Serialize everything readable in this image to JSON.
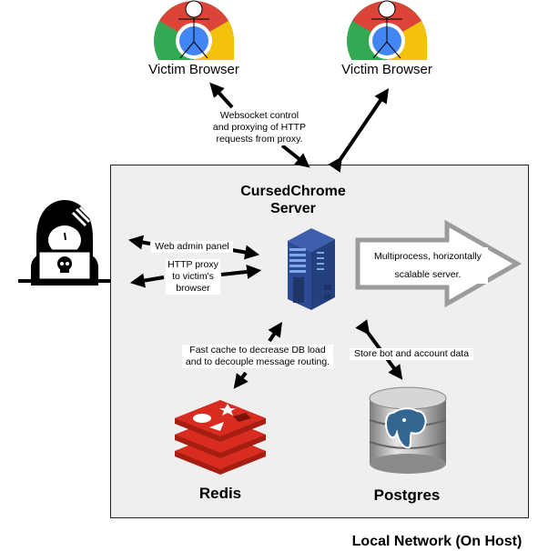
{
  "victims": [
    {
      "label": "Victim Browser",
      "icon": "chrome-victim-icon"
    },
    {
      "label": "Victim Browser",
      "icon": "chrome-victim-icon"
    }
  ],
  "websocket_note": [
    "Websocket control",
    "and proxying of HTTP",
    "requests from proxy."
  ],
  "server": {
    "title_line1": "CursedChrome",
    "title_line2": "Server",
    "icon": "server-icon"
  },
  "attacker": {
    "icon": "hacker-icon"
  },
  "admin_links": {
    "web_admin": "Web admin panel",
    "http_proxy": [
      "HTTP proxy",
      "to victim's",
      "browser"
    ]
  },
  "scale_note": {
    "line1": "Multiprocess, horizontally",
    "line2": "scalable server."
  },
  "redis": {
    "label": "Redis",
    "note": [
      "Fast cache to decrease DB load",
      "and to decouple message routing."
    ],
    "icon": "redis-icon"
  },
  "postgres": {
    "label": "Postgres",
    "note": "Store bot and account data",
    "icon": "postgres-icon"
  },
  "network_label": "Local Network (On Host)",
  "colors": {
    "box_bg": "#efefef",
    "redis": "#d82c20",
    "server": "#2f4f9a",
    "arrow": "#000000",
    "scale_arrow": "#999999"
  }
}
